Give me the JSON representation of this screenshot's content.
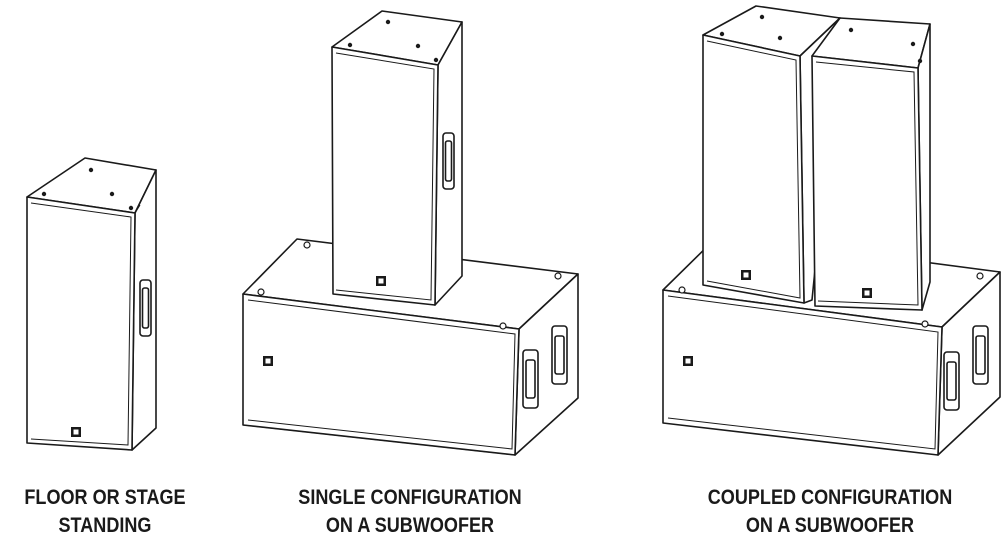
{
  "captions": {
    "floor": {
      "line1": "FLOOR OR STAGE",
      "line2": "STANDING"
    },
    "single": {
      "line1": "SINGLE CONFIGURATION",
      "line2": "ON A SUBWOOFER"
    },
    "coupled": {
      "line1": "COUPLED CONFIGURATION",
      "line2": "ON A SUBWOOFER"
    }
  },
  "icons": [
    "speaker-cabinet",
    "subwoofer-cabinet",
    "handle",
    "logo-badge"
  ]
}
